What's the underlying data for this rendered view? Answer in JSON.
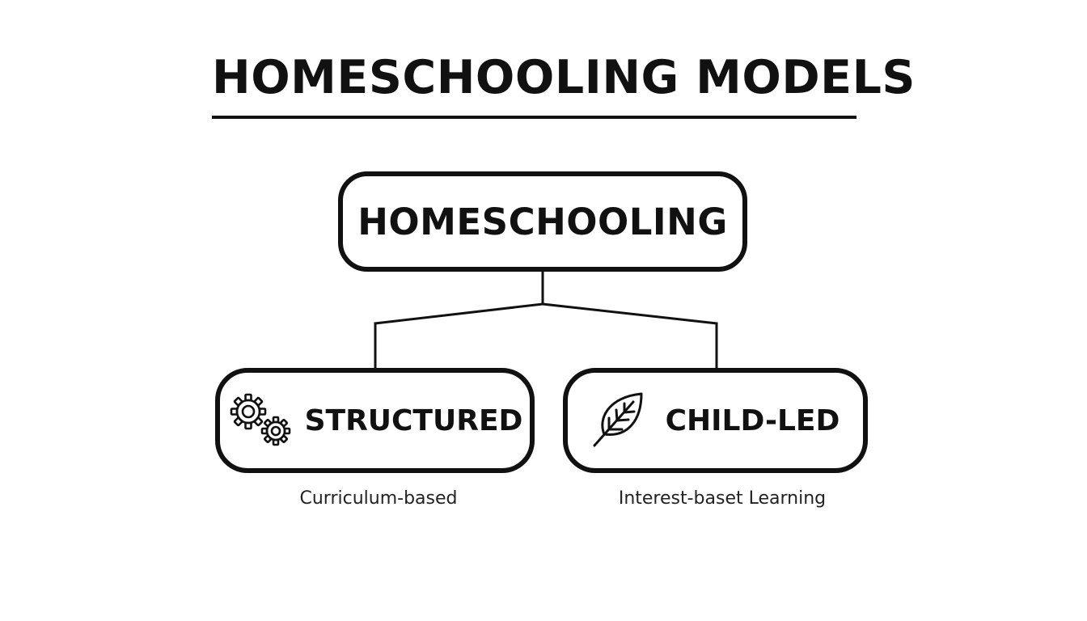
{
  "title": "HOMESCHOOLING MODELS",
  "root": {
    "label": "HOMESCHOOLING"
  },
  "children": [
    {
      "label": "STRUCTURED",
      "icon": "gears-icon",
      "caption": "Curriculum-based"
    },
    {
      "label": "CHILD-LED",
      "icon": "leaf-icon",
      "caption": "Interest-baset Learning"
    }
  ],
  "colors": {
    "ink": "#111111",
    "background": "#ffffff"
  }
}
